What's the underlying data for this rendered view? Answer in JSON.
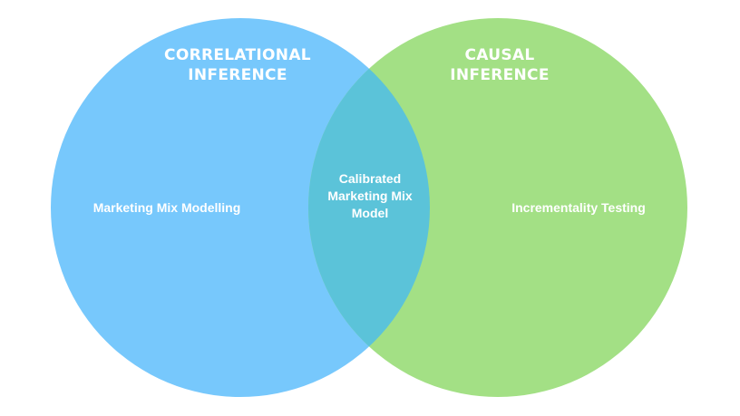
{
  "diagram": {
    "type": "venn",
    "colors": {
      "left_circle": "#77C8FC",
      "right_circle": "#A3E085",
      "overlap": "#5BC3D9",
      "text": "#FFFFFF",
      "background": "#FFFFFF"
    },
    "sets": [
      {
        "id": "correlational",
        "heading_line1": "CORRELATIONAL",
        "heading_line2": "INFERENCE",
        "member": "Marketing Mix Modelling"
      },
      {
        "id": "causal",
        "heading_line1": "CAUSAL",
        "heading_line2": "INFERENCE",
        "member": "Incrementality Testing"
      }
    ],
    "intersection": {
      "line1": "Calibrated",
      "line2": "Marketing Mix",
      "line3": "Model"
    }
  }
}
